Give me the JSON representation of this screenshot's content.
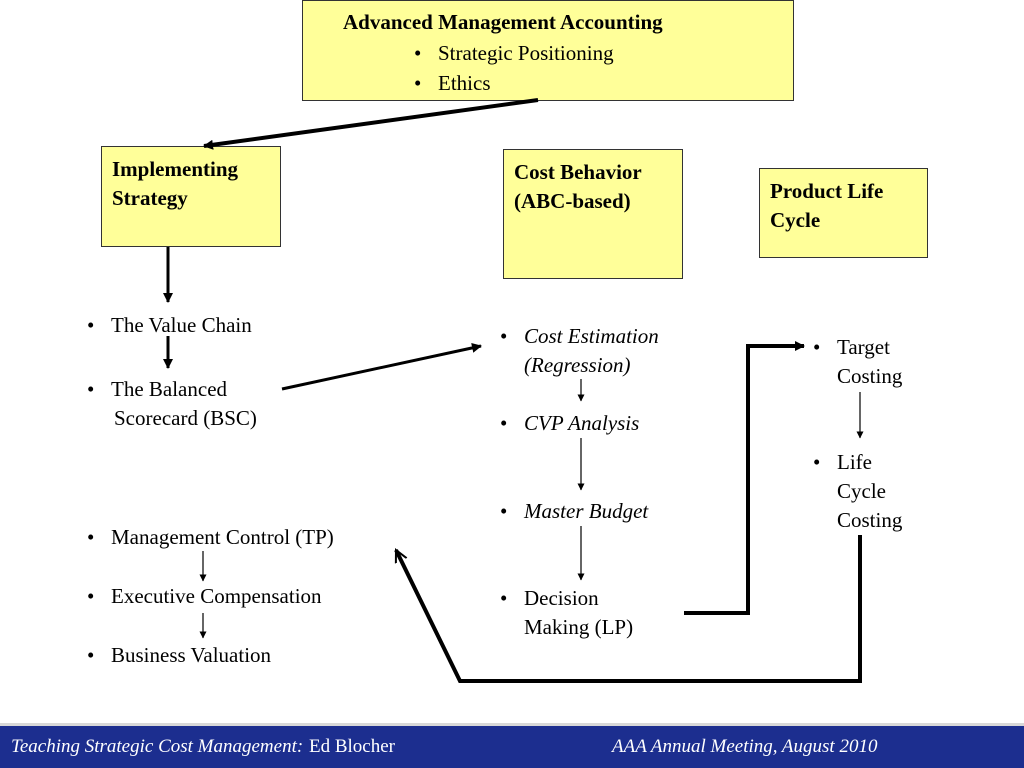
{
  "top_box": {
    "title": "Advanced Management Accounting",
    "bullets": [
      "Strategic Positioning",
      "Ethics"
    ]
  },
  "implementing_box": {
    "line1": "Implementing",
    "line2": "Strategy"
  },
  "cost_behavior_box": {
    "line1": "Cost Behavior",
    "line2": "(ABC-based)"
  },
  "plc_box": {
    "line1": "Product Life",
    "line2": "Cycle"
  },
  "bullet_symbol": "•",
  "left_group_1": {
    "value_chain": "The Value Chain",
    "bsc_line1": "The Balanced",
    "bsc_line2": "Scorecard (BSC)"
  },
  "left_group_2": {
    "items": [
      "Management Control  (TP)",
      "Executive Compensation",
      "Business Valuation"
    ]
  },
  "middle_group": {
    "cost_est_line1": "Cost Estimation",
    "cost_est_line2": "(Regression)",
    "cvp": "CVP Analysis",
    "master_budget": "Master Budget",
    "decision_line1": "Decision",
    "decision_line2": "Making (LP)"
  },
  "right_group": {
    "target_line1": "Target",
    "target_line2": "Costing",
    "life_line1": "Life",
    "life_line2": "Cycle",
    "life_line3": "Costing"
  },
  "footer": {
    "left_italic": "Teaching Strategic Cost Management:",
    "left_author": "Ed  Blocher",
    "right": "AAA Annual Meeting,  August  2010"
  },
  "colors": {
    "box_fill": "#ffff99",
    "footer_bg": "#1c2e8f",
    "footer_text": "#ffffff"
  }
}
